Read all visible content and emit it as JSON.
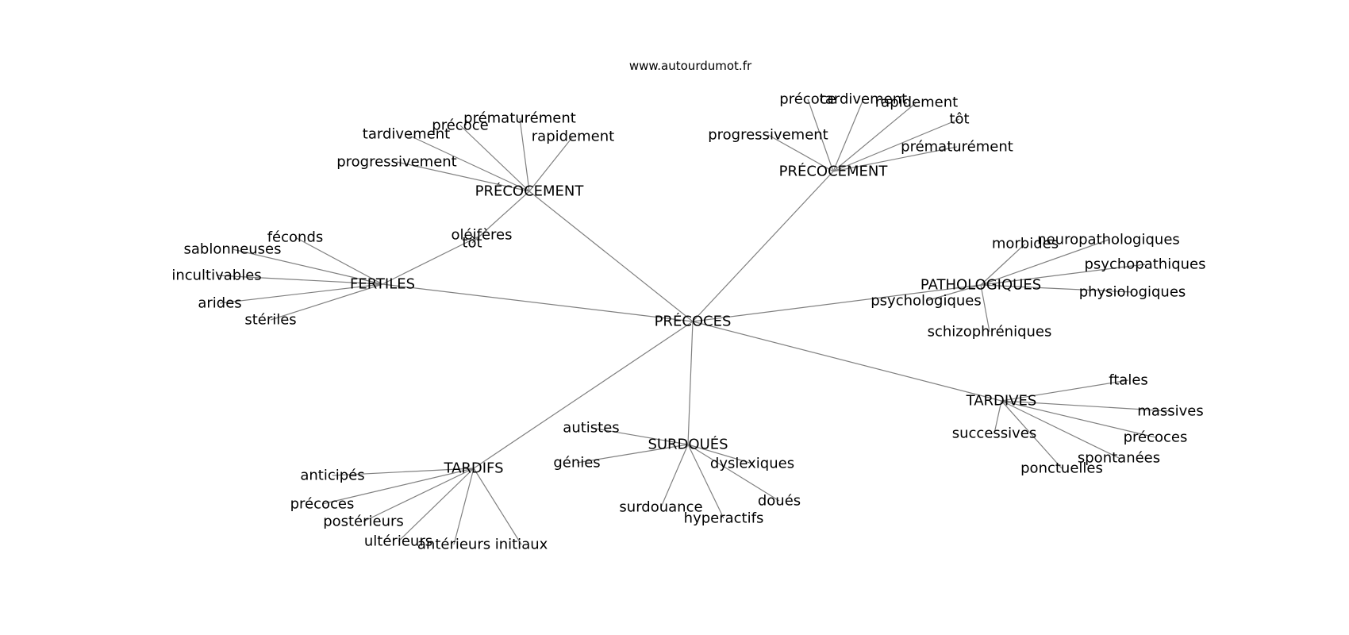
{
  "source": "www.autourdumot.fr",
  "root": "PRÉCOCES",
  "hubs": [
    {
      "id": "precocement1",
      "label": "PRÉCOCEMENT",
      "leaves": [
        "prématurément",
        "précoce",
        "tardivement",
        "rapidement",
        "progressivement",
        "tôt"
      ]
    },
    {
      "id": "precocement2",
      "label": "PRÉCOCEMENT",
      "leaves": [
        "précoce",
        "tardivement",
        "rapidement",
        "tôt",
        "progressivement",
        "prématurément"
      ]
    },
    {
      "id": "fertiles",
      "label": "FERTILES",
      "leaves": [
        "oléifères",
        "féconds",
        "sablonneuses",
        "incultivables",
        "arides",
        "stériles"
      ]
    },
    {
      "id": "pathologiques",
      "label": "PATHOLOGIQUES",
      "leaves": [
        "morbides",
        "neuropathologiques",
        "psychopathiques",
        "physiologiques",
        "psychologiques",
        "schizophréniques"
      ]
    },
    {
      "id": "tardives",
      "label": "TARDIVES",
      "leaves": [
        "ftales",
        "massives",
        "successives",
        "précoces",
        "spontanées",
        "ponctuelles"
      ]
    },
    {
      "id": "surdoues",
      "label": "SURDOUÉS",
      "leaves": [
        "autistes",
        "génies",
        "dyslexiques",
        "doués",
        "surdouance",
        "hyperactifs"
      ]
    },
    {
      "id": "tardifs",
      "label": "TARDIFS",
      "leaves": [
        "anticipés",
        "précoces",
        "postérieurs",
        "ultérieurs",
        "antérieurs",
        "initiaux"
      ]
    }
  ]
}
